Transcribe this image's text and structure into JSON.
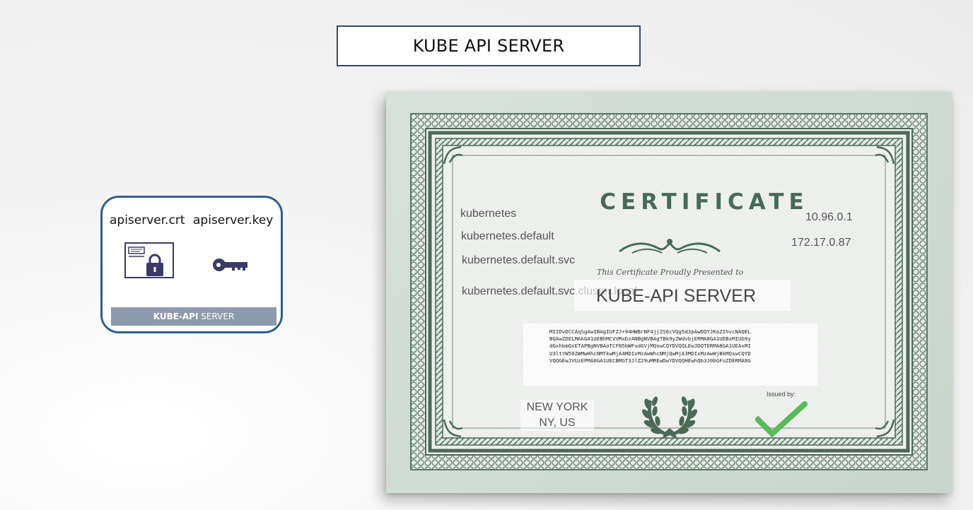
{
  "title": "KUBE API SERVER",
  "card": {
    "crt_label": "apiserver.crt",
    "key_label": "apiserver.key",
    "footer_bold": "KUBE-API",
    "footer_rest": " SERVER",
    "icons": [
      "certificate-lock-icon",
      "key-icon"
    ],
    "border_color": "#2f5e8e",
    "footer_color": "#8e9aad"
  },
  "certificate": {
    "heading": "CERTIFICATE",
    "dns_names": [
      "kubernetes",
      "kubernetes.default",
      "kubernetes.default.svc",
      "kubernetes.default.svc.cluster.local"
    ],
    "ip_addresses": [
      "10.96.0.1",
      "172.17.0.87"
    ],
    "presented_text": "This Certificate Proudly Presented to",
    "subject": "KUBE-API SERVER",
    "pem_lines": [
      "MIIDvDCCAqSgAwIBAgIUFZJ+94HWBrNF4jjZS6cVQg5d3pAwDQYJKoZIhvcNAQEL",
      "BQAwZDELMAkGA1UEBhMCVVMxDzANBgNVBAgTBk9yZWdvbjERMA8GA1UEBxMIUG9y",
      "dGxhbmQxETAPBgNVBAoTCFN5bWFudGVjMQswCQYDVQQLEwJDQTERMA8GA1UEAxMI",
      "U3ltYW50ZWMwHhcNMTkwMjA4MDIxMzAwWhcNMjQwMjA3MDIxMzAwWjBkMQswCQYD",
      "VQQGEwJVUzEPMA0GA1UECBMGT3JlZ29uMREwDwYDVQQHEwhQb3J0bGFuZDERMA8G"
    ],
    "location_city": "NEW YORK",
    "location_region": "NY, US",
    "issued_by": "Issued by:",
    "accent_color": "#476a58",
    "check_color": "#5cb85c"
  }
}
